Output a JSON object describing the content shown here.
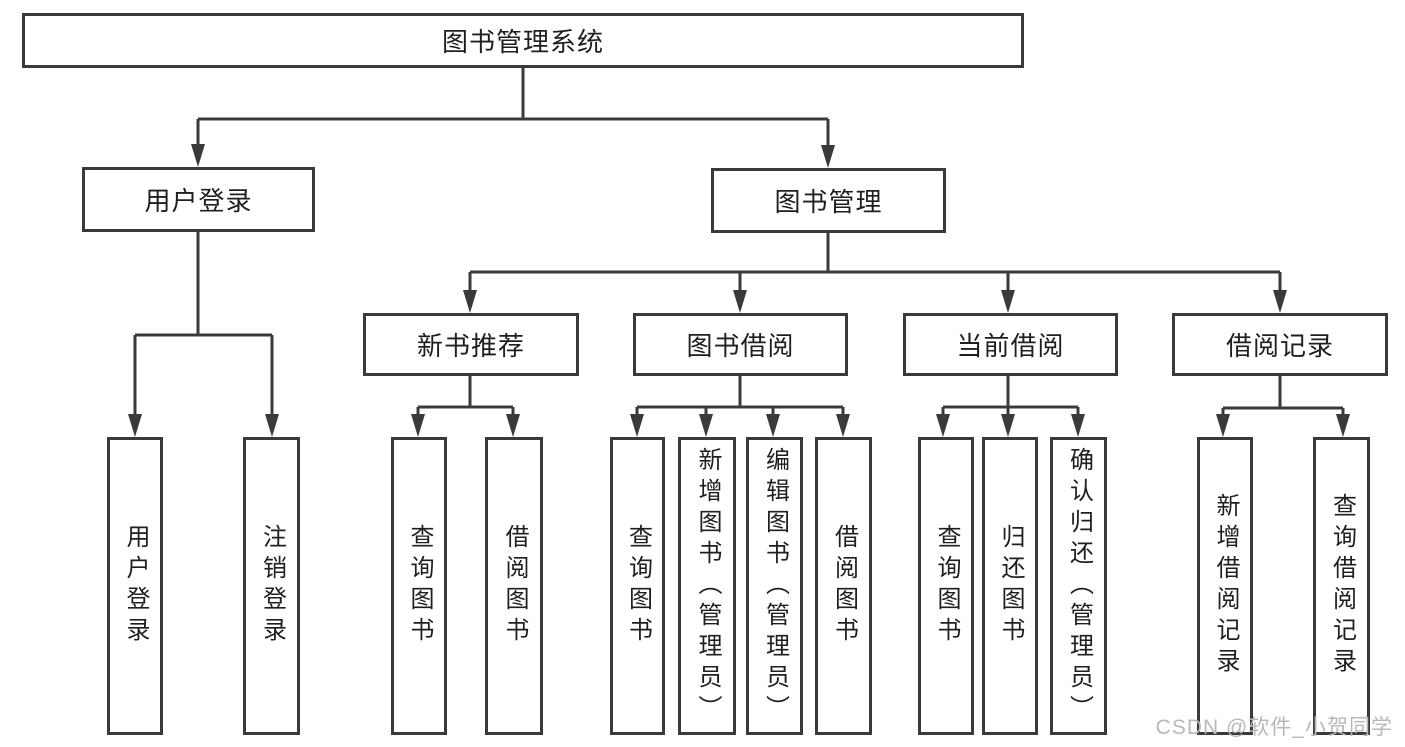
{
  "diagram": {
    "root": {
      "label": "图书管理系统"
    },
    "level2": [
      {
        "id": "user-login",
        "label": "用户登录"
      },
      {
        "id": "book-management",
        "label": "图书管理"
      }
    ],
    "level3": [
      {
        "id": "new-book-recommend",
        "label": "新书推荐"
      },
      {
        "id": "book-borrow",
        "label": "图书借阅"
      },
      {
        "id": "current-borrow",
        "label": "当前借阅"
      },
      {
        "id": "borrow-records",
        "label": "借阅记录"
      }
    ],
    "leaves": [
      {
        "parent": "用户登录",
        "label": "用户登录"
      },
      {
        "parent": "用户登录",
        "label": "注销登录"
      },
      {
        "parent": "新书推荐",
        "label": "查询图书"
      },
      {
        "parent": "新书推荐",
        "label": "借阅图书"
      },
      {
        "parent": "图书借阅",
        "label": "查询图书"
      },
      {
        "parent": "图书借阅",
        "label": "新增图书（管理员）"
      },
      {
        "parent": "图书借阅",
        "label": "编辑图书（管理员）"
      },
      {
        "parent": "图书借阅",
        "label": "借阅图书"
      },
      {
        "parent": "当前借阅",
        "label": "查询图书"
      },
      {
        "parent": "当前借阅",
        "label": "归还图书"
      },
      {
        "parent": "当前借阅",
        "label": "确认归还（管理员）"
      },
      {
        "parent": "借阅记录",
        "label": "新增借阅记录"
      },
      {
        "parent": "借阅记录",
        "label": "查询借阅记录"
      }
    ]
  },
  "watermark": {
    "text": "CSDN @软件_小贺同学"
  },
  "colors": {
    "line": "#3a3a3a",
    "text": "#1f1f1f",
    "watermark": "#b8b8b8",
    "background": "#ffffff"
  }
}
